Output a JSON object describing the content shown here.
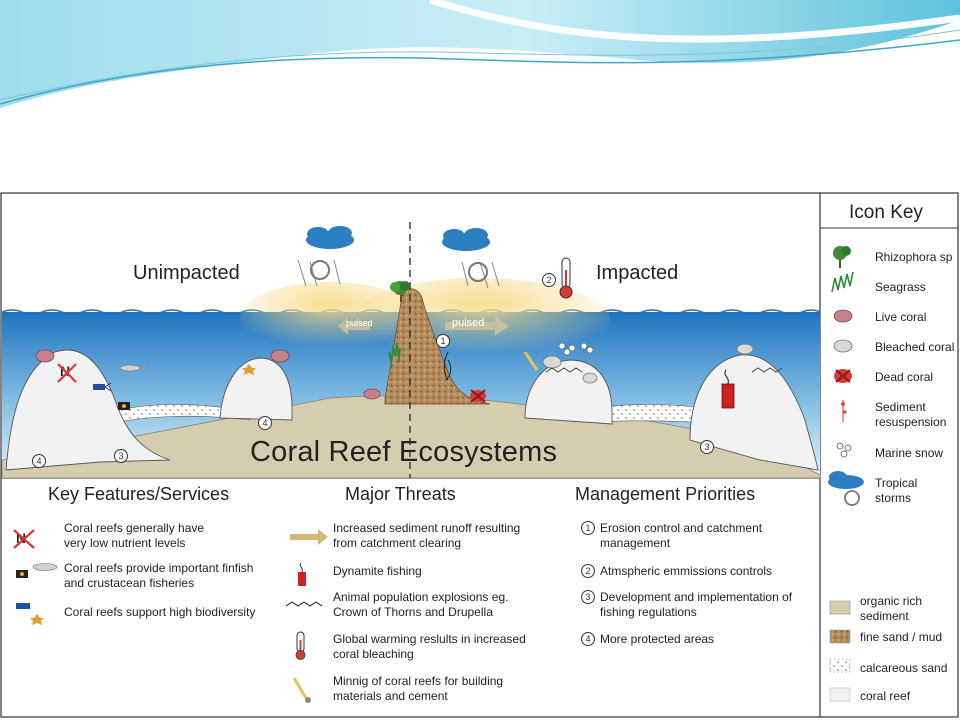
{
  "titles": {
    "unimpacted": "Unimpacted",
    "impacted": "Impacted",
    "ecosystems": "Coral Reef Ecosystems",
    "pulsed_left": "pulsed",
    "pulsed_right": "pulsed"
  },
  "sections": {
    "features": {
      "heading": "Key Features/Services",
      "items": [
        "Coral reefs generally have very low nutrient levels",
        "Coral reefs provide important finfish and crustacean fisheries",
        "Coral reefs support high biodiversity"
      ]
    },
    "threats": {
      "heading": "Major Threats",
      "items": [
        "Increased sediment runoff resulting from catchment clearing",
        "Dynamite fishing",
        "Animal population explosions eg. Crown of Thorns and Drupella",
        "Global warming reslults in increased coral bleaching",
        "Minnig of coral reefs for building materials and cement"
      ]
    },
    "management": {
      "heading": "Management Priorities",
      "items": [
        {
          "num": "1",
          "text": "Erosion control and catchment management"
        },
        {
          "num": "2",
          "text": "Atmspheric emmissions controls"
        },
        {
          "num": "3",
          "text": "Development and implementation of fishing regulations"
        },
        {
          "num": "4",
          "text": "More protected areas"
        }
      ]
    }
  },
  "icon_key": {
    "title": "Icon Key",
    "items": [
      "Rhizophora sp",
      "Seagrass",
      "Live coral",
      "Bleached coral",
      "Dead coral",
      "Sediment resuspension",
      "Marine snow",
      "Tropical storms"
    ],
    "legend": [
      {
        "label": "organic rich sediment",
        "color": "#d6cdb0"
      },
      {
        "label": "fine sand / mud",
        "color": "#b0875a"
      },
      {
        "label": "calcareous sand",
        "color": "#ffffff"
      },
      {
        "label": "coral reef",
        "color": "#f2f2f2"
      }
    ]
  },
  "markers": {
    "one": "1",
    "two": "2",
    "three": "3",
    "four": "4",
    "no": "N"
  },
  "colors": {
    "water_top": "#1f74bf",
    "water_bottom": "#d9eef9",
    "sediment": "#d6cdb0",
    "sand_mud": "#b0875a",
    "live_coral": "#c9808a",
    "dead_coral": "#d43a3a",
    "dynamite": "#cc2222",
    "storm_cloud": "#2d7fc1",
    "seagrass": "#2e8b3a",
    "plume": "#f4d88a",
    "wave_top": "#7ecfe6"
  }
}
